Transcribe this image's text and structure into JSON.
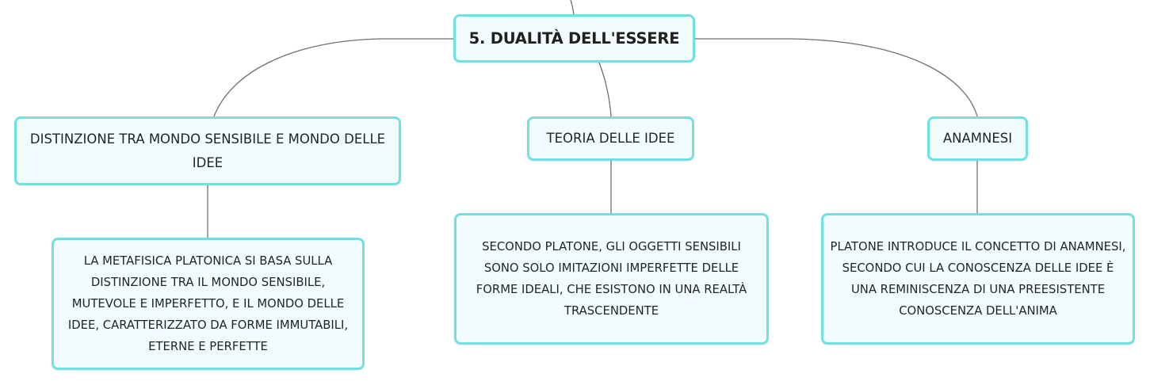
{
  "diagram": {
    "root": {
      "label": "5. DUALITÀ DELL'ESSERE"
    },
    "branches": [
      {
        "label": "DISTINZIONE TRA MONDO SENSIBILE E MONDO DELLE IDEE",
        "child": "LA METAFISICA PLATONICA SI BASA SULLA DISTINZIONE TRA IL MONDO SENSIBILE, MUTEVOLE E IMPERFETTO, E IL MONDO DELLE IDEE, CARATTERIZZATO DA FORME IMMUTABILI, ETERNE E PERFETTE"
      },
      {
        "label": "TEORIA DELLE IDEE",
        "child": "SECONDO PLATONE, GLI OGGETTI SENSIBILI SONO SOLO IMITAZIONI IMPERFETTE DELLE FORME IDEALI, CHE ESISTONO IN UNA REALTÀ TRASCENDENTE"
      },
      {
        "label": "ANAMNESI",
        "child": "PLATONE INTRODUCE IL CONCETTO DI ANAMNESI, SECONDO CUI LA CONOSCENZA DELLE IDEE È UNA REMINISCENZA DI UNA PREESISTENTE CONOSCENZA DELL'ANIMA"
      }
    ]
  },
  "colors": {
    "node_border": "#72dfe1",
    "node_fill": "#f3fcfd",
    "connector": "#6f6f6f"
  }
}
